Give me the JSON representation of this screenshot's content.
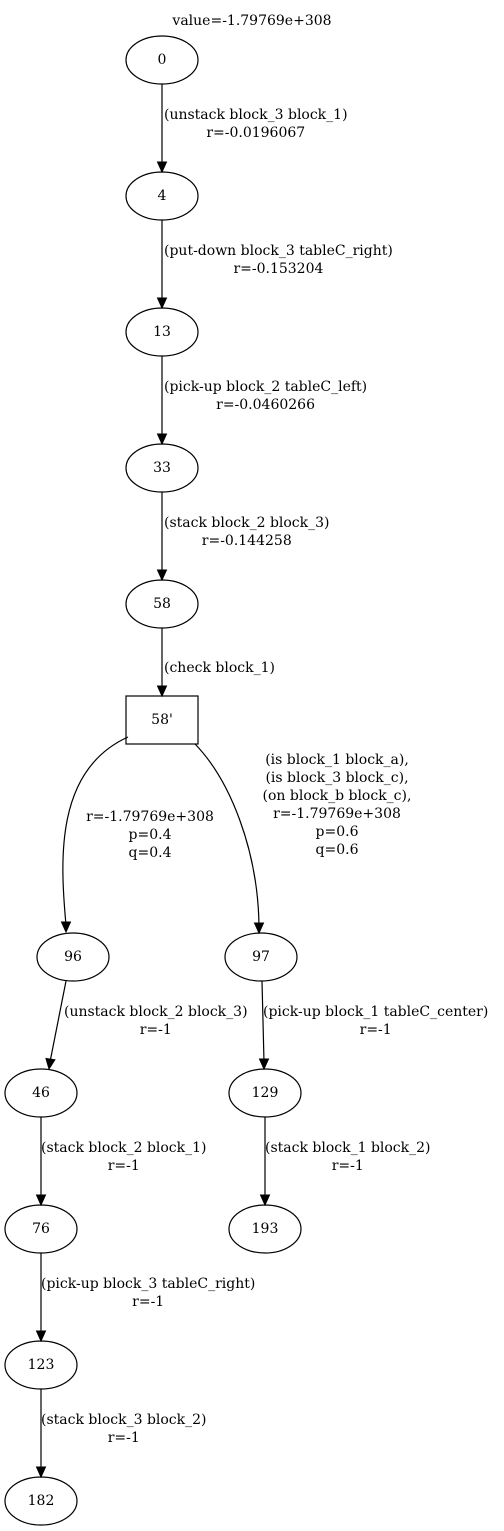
{
  "graph": {
    "title": "value=-1.79769e+308",
    "nodes": [
      {
        "id": "n0",
        "label": "0",
        "shape": "ellipse"
      },
      {
        "id": "n4",
        "label": "4",
        "shape": "ellipse"
      },
      {
        "id": "n13",
        "label": "13",
        "shape": "ellipse"
      },
      {
        "id": "n33",
        "label": "33",
        "shape": "ellipse"
      },
      {
        "id": "n58",
        "label": "58",
        "shape": "ellipse"
      },
      {
        "id": "n58p",
        "label": "58'",
        "shape": "box"
      },
      {
        "id": "n96",
        "label": "96",
        "shape": "ellipse"
      },
      {
        "id": "n97",
        "label": "97",
        "shape": "ellipse"
      },
      {
        "id": "n46",
        "label": "46",
        "shape": "ellipse"
      },
      {
        "id": "n129",
        "label": "129",
        "shape": "ellipse"
      },
      {
        "id": "n76",
        "label": "76",
        "shape": "ellipse"
      },
      {
        "id": "n193",
        "label": "193",
        "shape": "ellipse"
      },
      {
        "id": "n123",
        "label": "123",
        "shape": "ellipse"
      },
      {
        "id": "n182",
        "label": "182",
        "shape": "ellipse"
      }
    ],
    "edges": [
      {
        "from": "n0",
        "to": "n4",
        "lines": [
          "(unstack block_3 block_1)",
          "r=-0.0196067"
        ]
      },
      {
        "from": "n4",
        "to": "n13",
        "lines": [
          "(put-down block_3 tableC_right)",
          "r=-0.153204"
        ]
      },
      {
        "from": "n13",
        "to": "n33",
        "lines": [
          "(pick-up block_2 tableC_left)",
          "r=-0.0460266"
        ]
      },
      {
        "from": "n33",
        "to": "n58",
        "lines": [
          "(stack block_2 block_3)",
          "r=-0.144258"
        ]
      },
      {
        "from": "n58",
        "to": "n58p",
        "lines": [
          "(check block_1)"
        ]
      },
      {
        "from": "n58p",
        "to": "n96",
        "lines": [
          "r=-1.79769e+308",
          "p=0.4",
          "q=0.4"
        ]
      },
      {
        "from": "n58p",
        "to": "n97",
        "lines": [
          "(is block_1 block_a),",
          "(is block_3 block_c),",
          "(on block_b block_c),",
          "r=-1.79769e+308",
          "p=0.6",
          "q=0.6"
        ]
      },
      {
        "from": "n96",
        "to": "n46",
        "lines": [
          "(unstack block_2 block_3)",
          "r=-1"
        ]
      },
      {
        "from": "n97",
        "to": "n129",
        "lines": [
          "(pick-up block_1 tableC_center)",
          "r=-1"
        ]
      },
      {
        "from": "n46",
        "to": "n76",
        "lines": [
          "(stack block_2 block_1)",
          "r=-1"
        ]
      },
      {
        "from": "n129",
        "to": "n193",
        "lines": [
          "(stack block_1 block_2)",
          "r=-1"
        ]
      },
      {
        "from": "n76",
        "to": "n123",
        "lines": [
          "(pick-up block_3 tableC_right)",
          "r=-1"
        ]
      },
      {
        "from": "n123",
        "to": "n182",
        "lines": [
          "(stack block_3 block_2)",
          "r=-1"
        ]
      }
    ]
  }
}
